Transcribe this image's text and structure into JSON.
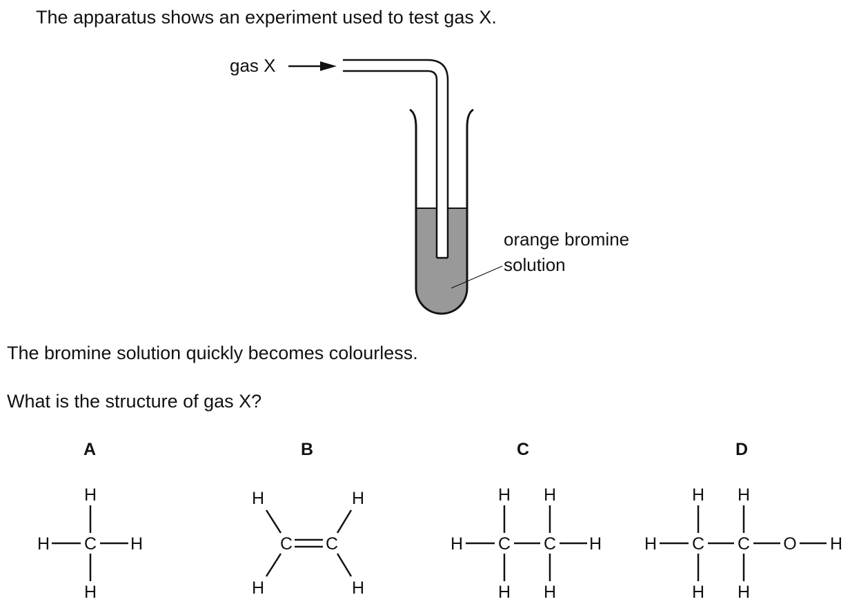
{
  "question": {
    "intro": "The apparatus shows an experiment used to test gas X.",
    "observation": "The bromine solution quickly becomes colourless.",
    "prompt": "What is the structure of gas X?"
  },
  "apparatus": {
    "gas_label": "gas X",
    "solution_label_line1": "orange bromine",
    "solution_label_line2": "solution",
    "solution_color": "#999999"
  },
  "options": [
    {
      "letter": "A",
      "atoms": {
        "top": "H",
        "left": "H",
        "center": "C",
        "right": "H",
        "bottom": "H"
      }
    },
    {
      "letter": "B",
      "atoms": {
        "tl": "H",
        "tr": "H",
        "c1": "C",
        "c2": "C",
        "bl": "H",
        "br": "H"
      }
    },
    {
      "letter": "C",
      "atoms": {
        "t1": "H",
        "t2": "H",
        "left": "H",
        "c1": "C",
        "c2": "C",
        "right": "H",
        "b1": "H",
        "b2": "H"
      }
    },
    {
      "letter": "D",
      "atoms": {
        "t1": "H",
        "t2": "H",
        "left": "H",
        "c1": "C",
        "c2": "C",
        "o": "O",
        "right": "H",
        "b1": "H",
        "b2": "H"
      }
    }
  ]
}
